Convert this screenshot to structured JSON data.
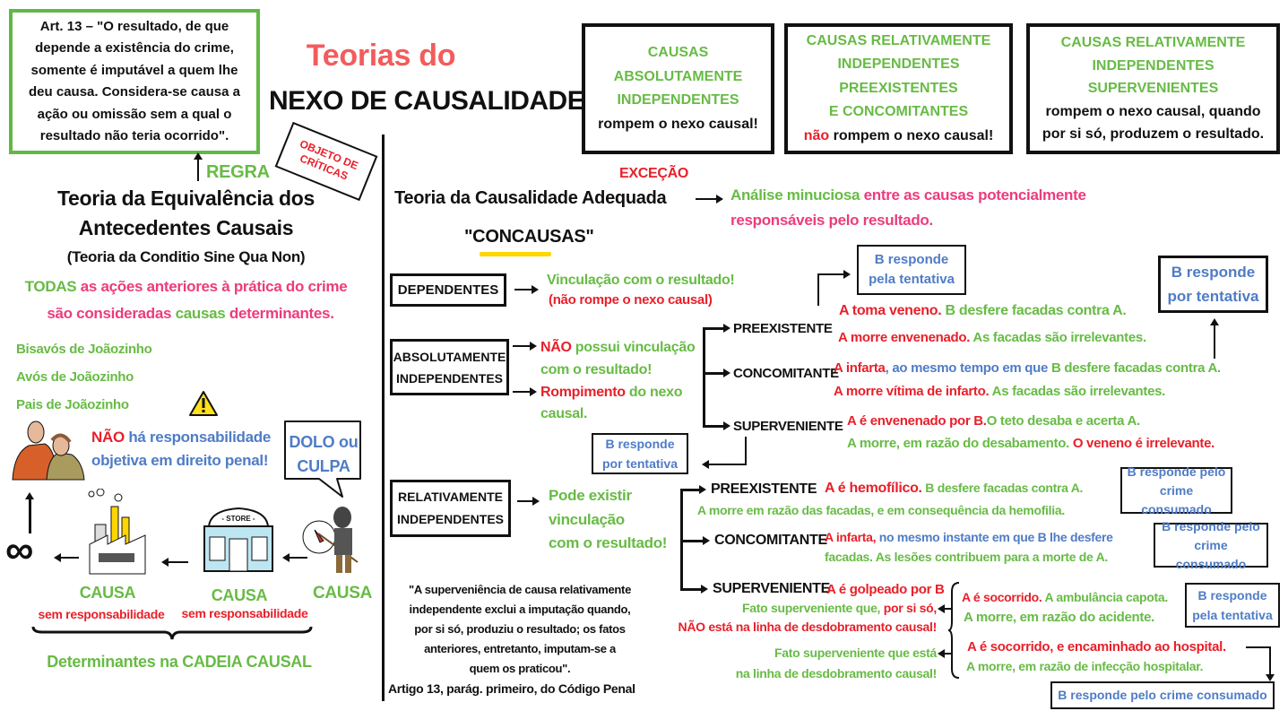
{
  "colors": {
    "green": "#67bb45",
    "pink": "#ec3c7c",
    "red": "#e8202a",
    "blue": "#4f7cc6",
    "title_red": "#f25c5c",
    "highlight": "#ffd600"
  },
  "article_box": {
    "lines": [
      "Art. 13 – \"O resultado, de que",
      "depende a existência do crime,",
      "somente é imputável a quem lhe",
      "deu causa. Considera-se causa a",
      "ação ou omissão sem a qual o",
      "resultado não teria ocorrido\"."
    ]
  },
  "regra": "REGRA",
  "stamp": {
    "line1": "OBJETO DE",
    "line2": "CRÍTICAS"
  },
  "title": {
    "line1": "Teorias do",
    "line2": "NEXO DE CAUSALIDADE"
  },
  "equivalencia": {
    "title1": "Teoria da Equivalência dos",
    "title2": "Antecedentes Causais",
    "subtitle": "(Teoria da Conditio Sine Qua Non)",
    "desc1a": "TODAS",
    "desc1b": " as ações anteriores à prática do crime",
    "desc2a": "são consideradas ",
    "desc2b": "causas",
    "desc2c": " determinantes.",
    "ancestors": [
      "Bisavós de Joãozinho",
      "Avós de Joãozinho",
      "Pais de Joãozinho"
    ],
    "warn_a": "NÃO",
    "warn_b": " há responsabilidade",
    "warn_c": "objetiva em direito penal!",
    "bubble1": "DOLO ou",
    "bubble2": "CULPA",
    "store_sign": "STORE",
    "causa": "CAUSA",
    "sem_resp": "sem responsabilidade",
    "chain": "Determinantes na CADEIA CAUSAL"
  },
  "top_boxes": [
    {
      "lines": [
        "CAUSAS",
        "ABSOLUTAMENTE",
        "INDEPENDENTES"
      ],
      "conclusion": "rompem o nexo causal!"
    },
    {
      "lines": [
        "CAUSAS RELATIVAMENTE",
        "INDEPENDENTES",
        "PREEXISTENTES",
        "E CONCOMITANTES"
      ],
      "conclusion_neg": "não",
      "conclusion": " rompem o nexo causal!"
    },
    {
      "lines": [
        "CAUSAS RELATIVAMENTE",
        "INDEPENDENTES",
        "SUPERVENIENTES"
      ],
      "conclusion1": "rompem o nexo causal, quando",
      "conclusion2": "por si só, produzem o resultado."
    }
  ],
  "adequada": {
    "excecao": "EXCEÇÃO",
    "title": "Teoria da Causalidade Adequada",
    "desc1a": "Análise minuciosa",
    "desc1b": " entre as causas potencialmente",
    "desc2": "responsáveis pelo resultado.",
    "concausas": "\"CONCAUSAS\""
  },
  "dependentes": {
    "label": "DEPENDENTES",
    "l1": "Vinculação com o resultado!",
    "l2": "(não rompe o nexo causal)"
  },
  "absolutamente": {
    "label1": "ABSOLUTAMENTE",
    "label2": "INDEPENDENTES",
    "l1a": "NÃO",
    "l1b": " possui vinculação",
    "l2": "com o resultado!",
    "l3a": "Rompimento",
    "l3b": " do nexo",
    "l4": "causal.",
    "preexistente": {
      "label": "PREEXISTENTE",
      "a1": "A toma veneno.",
      "a2": " B desfere facadas contra A.",
      "b1": "A morre envenenado.",
      "b2": "  As facadas são irrelevantes.",
      "result": "B responde pela tentativa"
    },
    "concomitante": {
      "label": "CONCOMITANTE",
      "a1": "A infarta",
      "a2": ", ao mesmo tempo em que",
      "a3": " B desfere facadas contra A.",
      "b1": "A morre vítima de infarto.",
      "b2": "  As facadas são irrelevantes.",
      "result": "B responde por tentativa"
    },
    "superveniente": {
      "label": "SUPERVENIENTE",
      "a1": "A é envenenado por B.",
      "a2": "O teto desaba e acerta A.",
      "b1": "A morre, em razão do desabamento.",
      "b2": "  O veneno é irrelevante.",
      "result": "B responde por tentativa"
    }
  },
  "relativamente": {
    "label1": "RELATIVAMENTE",
    "label2": "INDEPENDENTES",
    "l1": "Pode existir",
    "l2": "vinculação",
    "l3": "com o resultado!",
    "preexistente": {
      "label": "PREEXISTENTE",
      "a1": "A é hemofílico.",
      "a2": " B desfere facadas contra A.",
      "b": "A morre em razão das facadas, e em consequência da hemofilia.",
      "result": "B responde pelo crime consumado"
    },
    "concomitante": {
      "label": "CONCOMITANTE",
      "a1": "A infarta,",
      "a2": " no mesmo instante em que B lhe desfere",
      "b": "facadas. As lesões contribuem para a morte de A.",
      "result": "B responde pelo crime consumado"
    },
    "superveniente": {
      "label": "SUPERVENIENTE",
      "a": "A é golpeado por B",
      "fato1a": "Fato superveniente que, ",
      "fato1b": "por si só,",
      "fato1c": "NÃO está na linha de desdobramento causal!",
      "fato2a": "Fato superveniente que está",
      "fato2b": "na linha de desdobramento causal!",
      "case1a": "A é socorrido.",
      "case1b": " A ambulância capota.",
      "case1c": "A morre, em razão do acidente.",
      "case1_result": "B responde pela tentativa",
      "case2a": "A é socorrido, e encaminhado ao hospital.",
      "case2b": "A morre, em razão de infecção hospitalar.",
      "case2_result": "B responde pelo crime consumado"
    }
  },
  "quote": {
    "lines": [
      "\"A superveniência de causa relativamente",
      "independente exclui a imputação quando,",
      "por si só, produziu o resultado; os fatos",
      "anteriores, entretanto, imputam-se a",
      "quem os praticou\"."
    ],
    "source": "Artigo 13, parág. primeiro, do Código Penal"
  }
}
